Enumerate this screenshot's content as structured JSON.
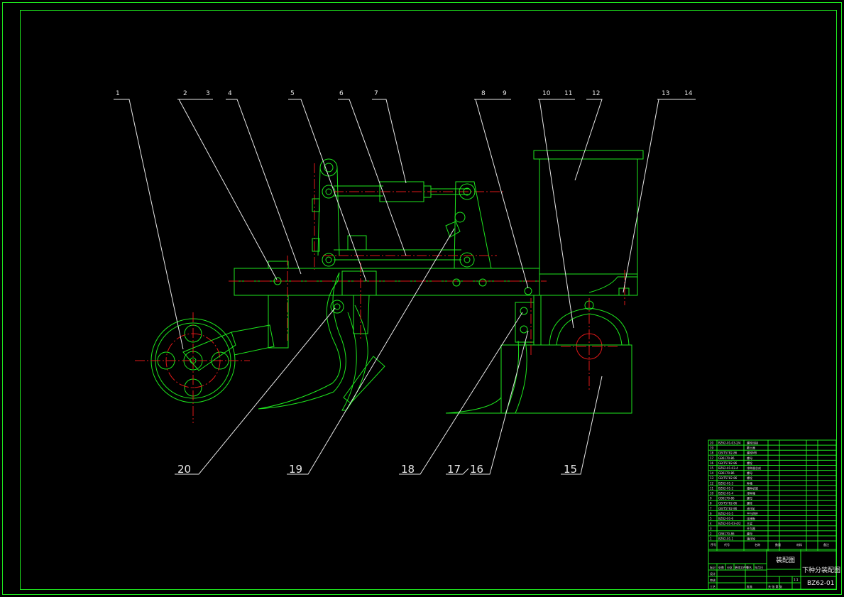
{
  "balloons": [
    "1",
    "2",
    "3",
    "4",
    "5",
    "6",
    "7",
    "8",
    "9",
    "10",
    "11",
    "12",
    "13",
    "14",
    "15",
    "16",
    "17",
    "18",
    "19",
    "20"
  ],
  "title_block": {
    "bom_rows": [
      {
        "no": "20",
        "code": "BZ62-01-03-2/4",
        "name": "螺栓连接"
      },
      {
        "no": "19",
        "code": "",
        "name": "覆土器"
      },
      {
        "no": "18",
        "code": "GB/T5782-86",
        "name": "螺栓M8"
      },
      {
        "no": "17",
        "code": "GB6170-86",
        "name": "螺母"
      },
      {
        "no": "16",
        "code": "GB/T5782-86",
        "name": "螺栓"
      },
      {
        "no": "15",
        "code": "BZ62-01-03-4",
        "name": "排种器总成"
      },
      {
        "no": "14",
        "code": "GB6170-86",
        "name": "螺母"
      },
      {
        "no": "13",
        "code": "GB/T5782-86",
        "name": "螺栓"
      },
      {
        "no": "12",
        "code": "BZ62-01-3",
        "name": "种箱"
      },
      {
        "no": "11",
        "code": "BZ62-01-2",
        "name": "播种机架"
      },
      {
        "no": "10",
        "code": "BZ62-01-4",
        "name": "排种箱"
      },
      {
        "no": "9",
        "code": "GB6170-86",
        "name": "螺母"
      },
      {
        "no": "8",
        "code": "GB/T5782-86",
        "name": "螺栓"
      },
      {
        "no": "7",
        "code": "GB/T5782-86",
        "name": "液压缸"
      },
      {
        "no": "6",
        "code": "BZ62-01-5",
        "name": "平行四杆"
      },
      {
        "no": "5",
        "code": "BZ62-01-6",
        "name": "连接板"
      },
      {
        "no": "4",
        "code": "BZ62-01-03-4/2",
        "name": "主梁"
      },
      {
        "no": "3",
        "code": "",
        "name": "开沟器"
      },
      {
        "no": "2",
        "code": "GB6170-86",
        "name": "螺母"
      },
      {
        "no": "1",
        "code": "BZ62-01-1",
        "name": "镇压轮"
      }
    ],
    "header": {
      "no": "序号",
      "code": "代号",
      "name": "名称",
      "qty": "数量",
      "material": "材料",
      "note": "备注"
    },
    "drawing_kind": "装配图",
    "drawing_title": "下种分装配图",
    "drawing_number": "BZ62-01",
    "sign_labels": [
      "标记",
      "处数",
      "分区",
      "更改文件号",
      "签名",
      "年月日"
    ],
    "row_labels": [
      "设计",
      "审核",
      "工艺",
      "批准"
    ],
    "misc": {
      "scale": "1:1",
      "sheet": "共 张 第 张"
    }
  }
}
